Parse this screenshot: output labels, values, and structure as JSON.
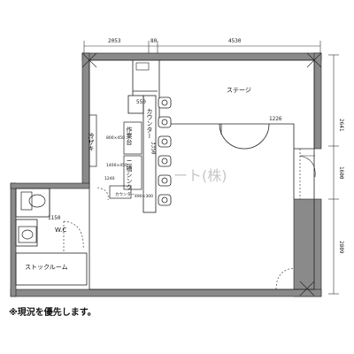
{
  "dimensions": {
    "top_left": "2053",
    "top_mid": "80",
    "top_right": "4530",
    "right_top": "2641",
    "right_mid": "1600",
    "right_bottom": "2809",
    "stage_depth": "1226",
    "counter_small": "550",
    "counter_len": "3350",
    "kitchen_a": "800×450",
    "kitchen_b": "1400×450",
    "kitchen_c": "1240",
    "kitchen_d": "490×300",
    "corridor": "1150"
  },
  "rooms": {
    "stage": "ステージ",
    "counter": "カウンター",
    "work_table": "作業台",
    "double_sink": "二槽シンク",
    "wc": "W.C",
    "stock_room": "ストックルーム",
    "drink_counter": "カウンター",
    "storage": "冷ザキ"
  },
  "watermark": "ート(株)",
  "footnote": "※現況を優先します。"
}
